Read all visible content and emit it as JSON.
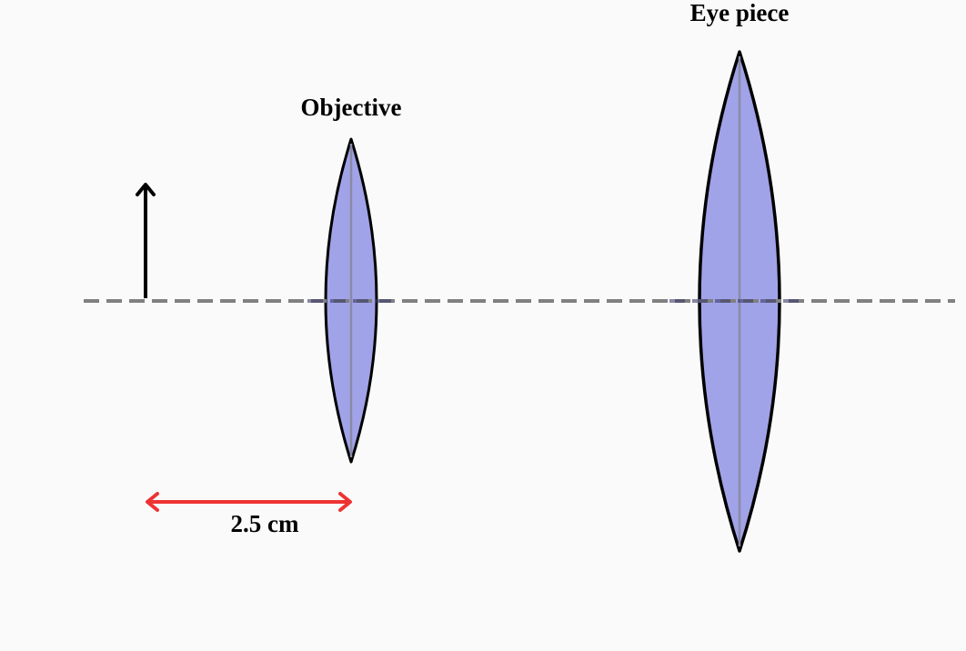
{
  "diagram": {
    "objective_label": "Objective",
    "eyepiece_label": "Eye piece",
    "distance_label": "2.5 cm",
    "colors": {
      "background": "#fafafa",
      "lens_fill": "#a1a3e8",
      "lens_outline": "#000000",
      "lens_center_line": "#8a8aa6",
      "axis": "#808080",
      "object_arrow": "#000000",
      "measurement_arrow": "#ee3333"
    }
  }
}
